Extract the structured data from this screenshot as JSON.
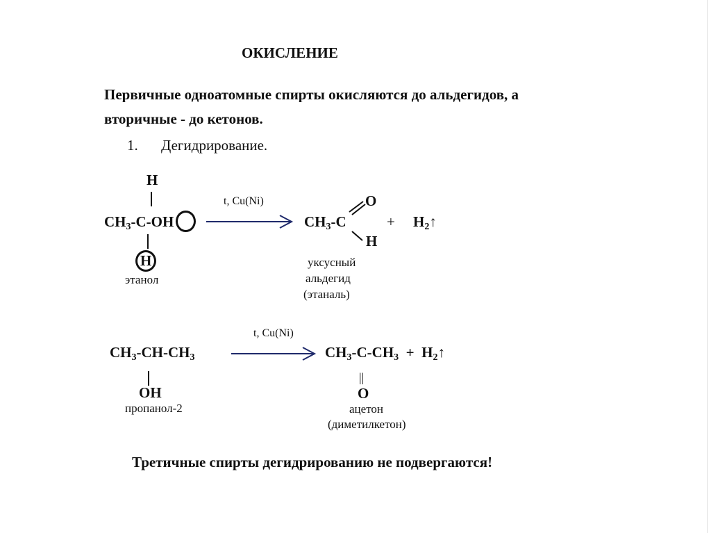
{
  "title": "ОКИСЛЕНИЕ",
  "intro": {
    "line1": "Первичные одноатомные спирты окисляются до альдегидов, а",
    "line2": "вторичные - до кетонов."
  },
  "section": {
    "number": "1.",
    "label": "Дегидрирование."
  },
  "reaction1": {
    "reactant_top_h": "H",
    "reactant": [
      {
        "t": "CH"
      },
      {
        "s": "3"
      },
      {
        "t": "-C-OH"
      }
    ],
    "reactant_bottom_h": "H",
    "reactant_name": "этанол",
    "conditions": "t, Cu(Ni)",
    "product": [
      {
        "t": "CH"
      },
      {
        "s": "3"
      },
      {
        "t": "-C"
      }
    ],
    "product_o": "O",
    "product_h": "H",
    "plus": "+",
    "byproduct": [
      {
        "t": "H"
      },
      {
        "s": "2"
      },
      {
        "t": "↑"
      }
    ],
    "product_name": [
      "уксусный",
      "альдегид",
      "(этаналь)"
    ]
  },
  "reaction2": {
    "reactant": [
      {
        "t": "CH"
      },
      {
        "s": "3"
      },
      {
        "t": "-CH-CH"
      },
      {
        "s": "3"
      }
    ],
    "reactant_oh": "OH",
    "reactant_name": "пропанол-2",
    "conditions": "t, Cu(Ni)",
    "product": [
      {
        "t": "CH"
      },
      {
        "s": "3"
      },
      {
        "t": "-C-CH"
      },
      {
        "s": "3"
      },
      {
        "t": "  +  H"
      },
      {
        "s": "2"
      },
      {
        "t": "↑"
      }
    ],
    "double_bond": "||",
    "product_o": "O",
    "product_name": [
      "ацетон",
      "(диметилкетон)"
    ]
  },
  "conclusion": "Третичные спирты дегидрированию не подвергаются!",
  "colors": {
    "arrow": "#1f2a6b",
    "text": "#111111"
  }
}
